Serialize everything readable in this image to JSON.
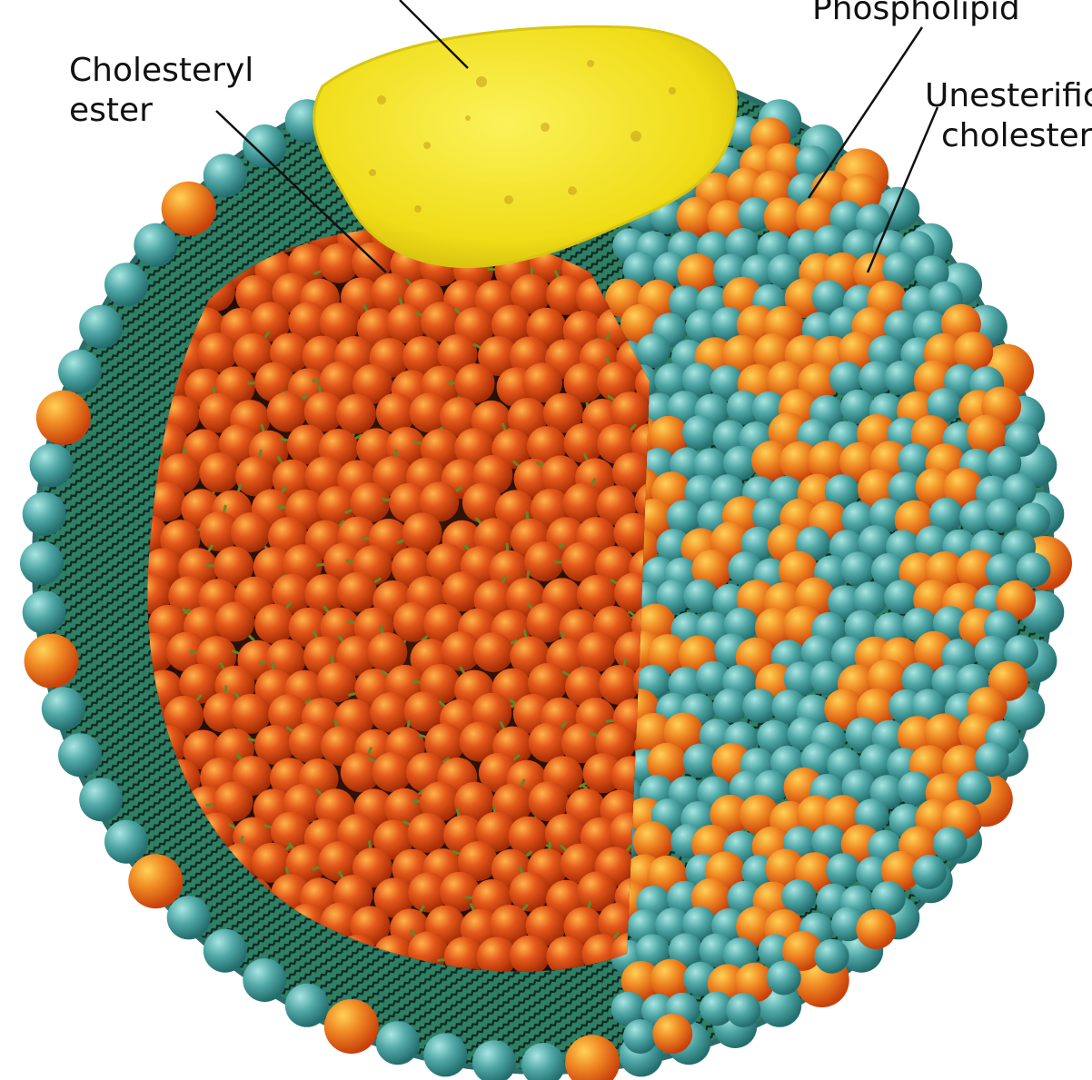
{
  "labels": {
    "cholesteryl_ester": [
      "Cholesteryl",
      "ester"
    ],
    "phospholipid": "Phospholipid",
    "unesterified_cholesterol": [
      "Unesterific",
      "cholester"
    ]
  },
  "colors": {
    "background": "#ffffff",
    "phospholipid_head": "#4fa7a6",
    "cholesterol_orange": "#e8671c",
    "ester_red": "#d9480f",
    "membrane_green": "#2f7f64",
    "apoprotein_yellow": "#f3e51b",
    "leader_line": "#111111"
  },
  "icons": {
    "sphere": "lipoprotein-particle",
    "protein": "apoprotein-blob"
  }
}
